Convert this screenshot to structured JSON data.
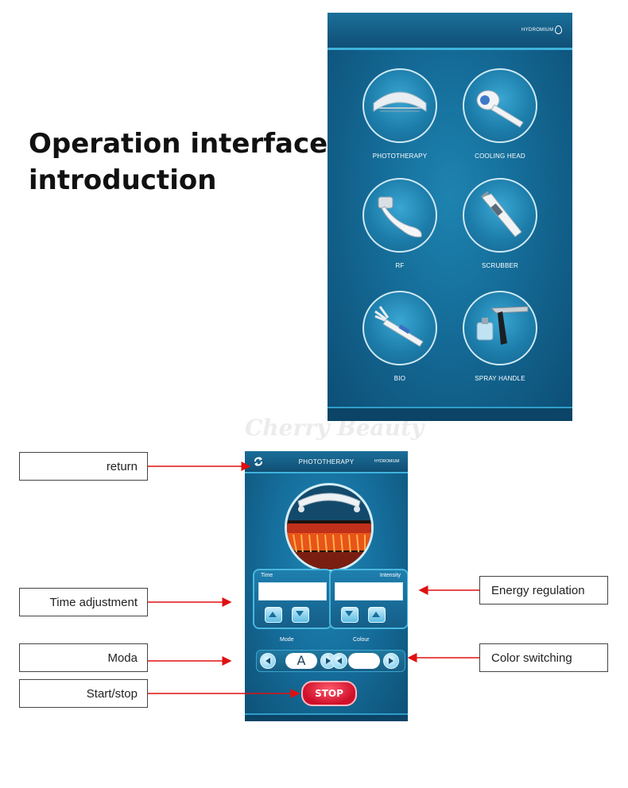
{
  "heading": {
    "line1": "Operation interface",
    "line2": "introduction"
  },
  "main_menu": {
    "brand": "HYDROMIUM",
    "items": [
      {
        "label": "PHOTOTHERAPY",
        "icon": "phototherapy-lamp-icon"
      },
      {
        "label": "COOLING HEAD",
        "icon": "cooling-head-icon"
      },
      {
        "label": "RF",
        "icon": "rf-handle-icon"
      },
      {
        "label": "SCRUBBER",
        "icon": "scrubber-icon"
      },
      {
        "label": "BIO",
        "icon": "bio-wand-icon"
      },
      {
        "label": "SPRAY HANDLE",
        "icon": "spray-handle-icon"
      }
    ]
  },
  "detail": {
    "title": "PHOTOTHERAPY",
    "brand": "HYDROMIUM",
    "time_label": "Time",
    "intensity_label": "Intensity",
    "mode_label": "Mode",
    "mode_value": "A",
    "colour_label": "Colour",
    "stop_label": "STOP"
  },
  "callouts": {
    "return": "return",
    "time": "Time adjustment",
    "energy": "Energy regulation",
    "moda": "Moda",
    "color": "Color switching",
    "startstop": "Start/stop"
  },
  "watermark": "Cherry Beauty",
  "colors": {
    "accent": "#3fb3dc",
    "stop": "#d0102a",
    "arrow": "#e01010"
  }
}
